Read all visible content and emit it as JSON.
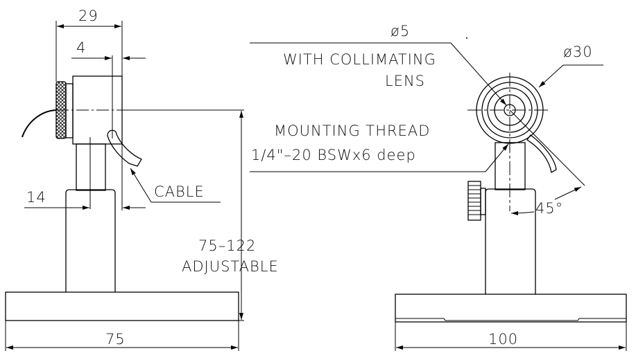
{
  "side_view": {
    "dim_total_depth": "29",
    "dim_cable_offset": "4",
    "dim_post_offset": "14",
    "cable_label": "CABLE",
    "height_range": "75–122",
    "height_note": "ADJUSTABLE",
    "dim_base_width": "75"
  },
  "front_view": {
    "dim_aperture": "ø5",
    "aperture_note_1": "WITH COLLIMATING",
    "aperture_note_2": "LENS",
    "dim_housing_diameter": "ø30",
    "thread_note_1": "MOUNTING THREAD",
    "thread_note_2": "1/4\"–20 BSWx6 deep",
    "cable_angle": "45°",
    "dim_base_width": "100"
  }
}
